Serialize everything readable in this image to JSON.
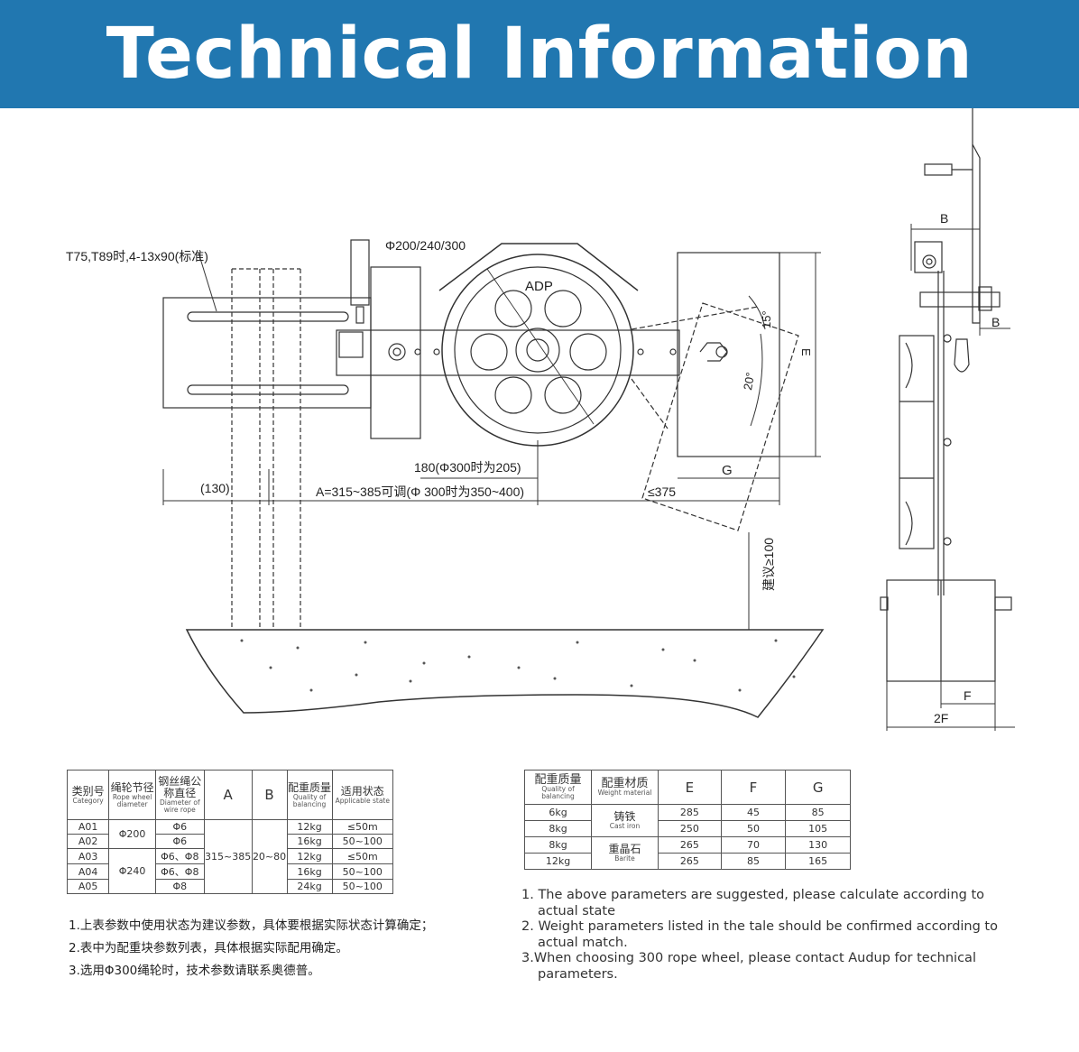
{
  "header": {
    "title": "Technical Information"
  },
  "drawing": {
    "label_rail": "T75,T89时,4-13x90(标准)",
    "label_wheel_dia": "Φ200/240/300",
    "label_model": "ADP",
    "label_angle_15": "15°",
    "label_angle_20": "20°",
    "label_E": "E",
    "label_G": "G",
    "label_180": "180(Φ300时为205)",
    "label_130": "(130)",
    "label_A": "A=315~385可调(Φ 300时为350~400)",
    "label_375": "≤375",
    "label_100": "建议≥100",
    "label_B_top": "B",
    "label_B_side": "B",
    "label_F": "F",
    "label_2F": "2F"
  },
  "table1": {
    "headers": [
      {
        "zh": "类别号",
        "en": "Category"
      },
      {
        "zh": "绳轮节径",
        "en": "Rope wheel diameter"
      },
      {
        "zh": "钢丝绳公称直径",
        "en": "Diameter of wire rope"
      },
      {
        "zh": "A",
        "en": ""
      },
      {
        "zh": "B",
        "en": ""
      },
      {
        "zh": "配重质量",
        "en": "Quality of balancing"
      },
      {
        "zh": "适用状态",
        "en": "Applicable state"
      }
    ],
    "shared_A": "315~385",
    "shared_B": "20~80",
    "rows": [
      {
        "category": "A01",
        "wheel": "Φ200",
        "rope": "Φ6",
        "mass": "12kg",
        "state": "≤50m"
      },
      {
        "category": "A02",
        "wheel": "",
        "rope": "Φ6",
        "mass": "16kg",
        "state": "50~100"
      },
      {
        "category": "A03",
        "wheel": "Φ240",
        "rope": "Φ6、Φ8",
        "mass": "12kg",
        "state": "≤50m"
      },
      {
        "category": "A04",
        "wheel": "",
        "rope": "Φ6、Φ8",
        "mass": "16kg",
        "state": "50~100"
      },
      {
        "category": "A05",
        "wheel": "",
        "rope": "Φ8",
        "mass": "24kg",
        "state": "50~100"
      }
    ]
  },
  "table2": {
    "headers": [
      {
        "zh": "配重质量",
        "en": "Quality of balancing"
      },
      {
        "zh": "配重材质",
        "en": "Weight material"
      },
      {
        "zh": "E",
        "en": ""
      },
      {
        "zh": "F",
        "en": ""
      },
      {
        "zh": "G",
        "en": ""
      }
    ],
    "material_cast": {
      "zh": "铸铁",
      "en": "Cast iron"
    },
    "material_barite": {
      "zh": "重晶石",
      "en": "Barite"
    },
    "rows": [
      {
        "mass": "6kg",
        "E": "285",
        "F": "45",
        "G": "85"
      },
      {
        "mass": "8kg",
        "E": "250",
        "F": "50",
        "G": "105"
      },
      {
        "mass": "8kg",
        "E": "265",
        "F": "70",
        "G": "130"
      },
      {
        "mass": "12kg",
        "E": "265",
        "F": "85",
        "G": "165"
      }
    ]
  },
  "notes_zh": [
    "1.上表参数中使用状态为建议参数，具体要根据实际状态计算确定；",
    "2.表中为配重块参数列表，具体根据实际配用确定。",
    "3.选用Φ300绳轮时，技术参数请联系奥德普。"
  ],
  "notes_en": [
    "1. The above parameters are suggested, please calculate according to actual state",
    "2. Weight parameters listed in the tale should be confirmed according to actual match.",
    "3.When choosing 300 rope wheel, please contact Audup for technical parameters."
  ]
}
